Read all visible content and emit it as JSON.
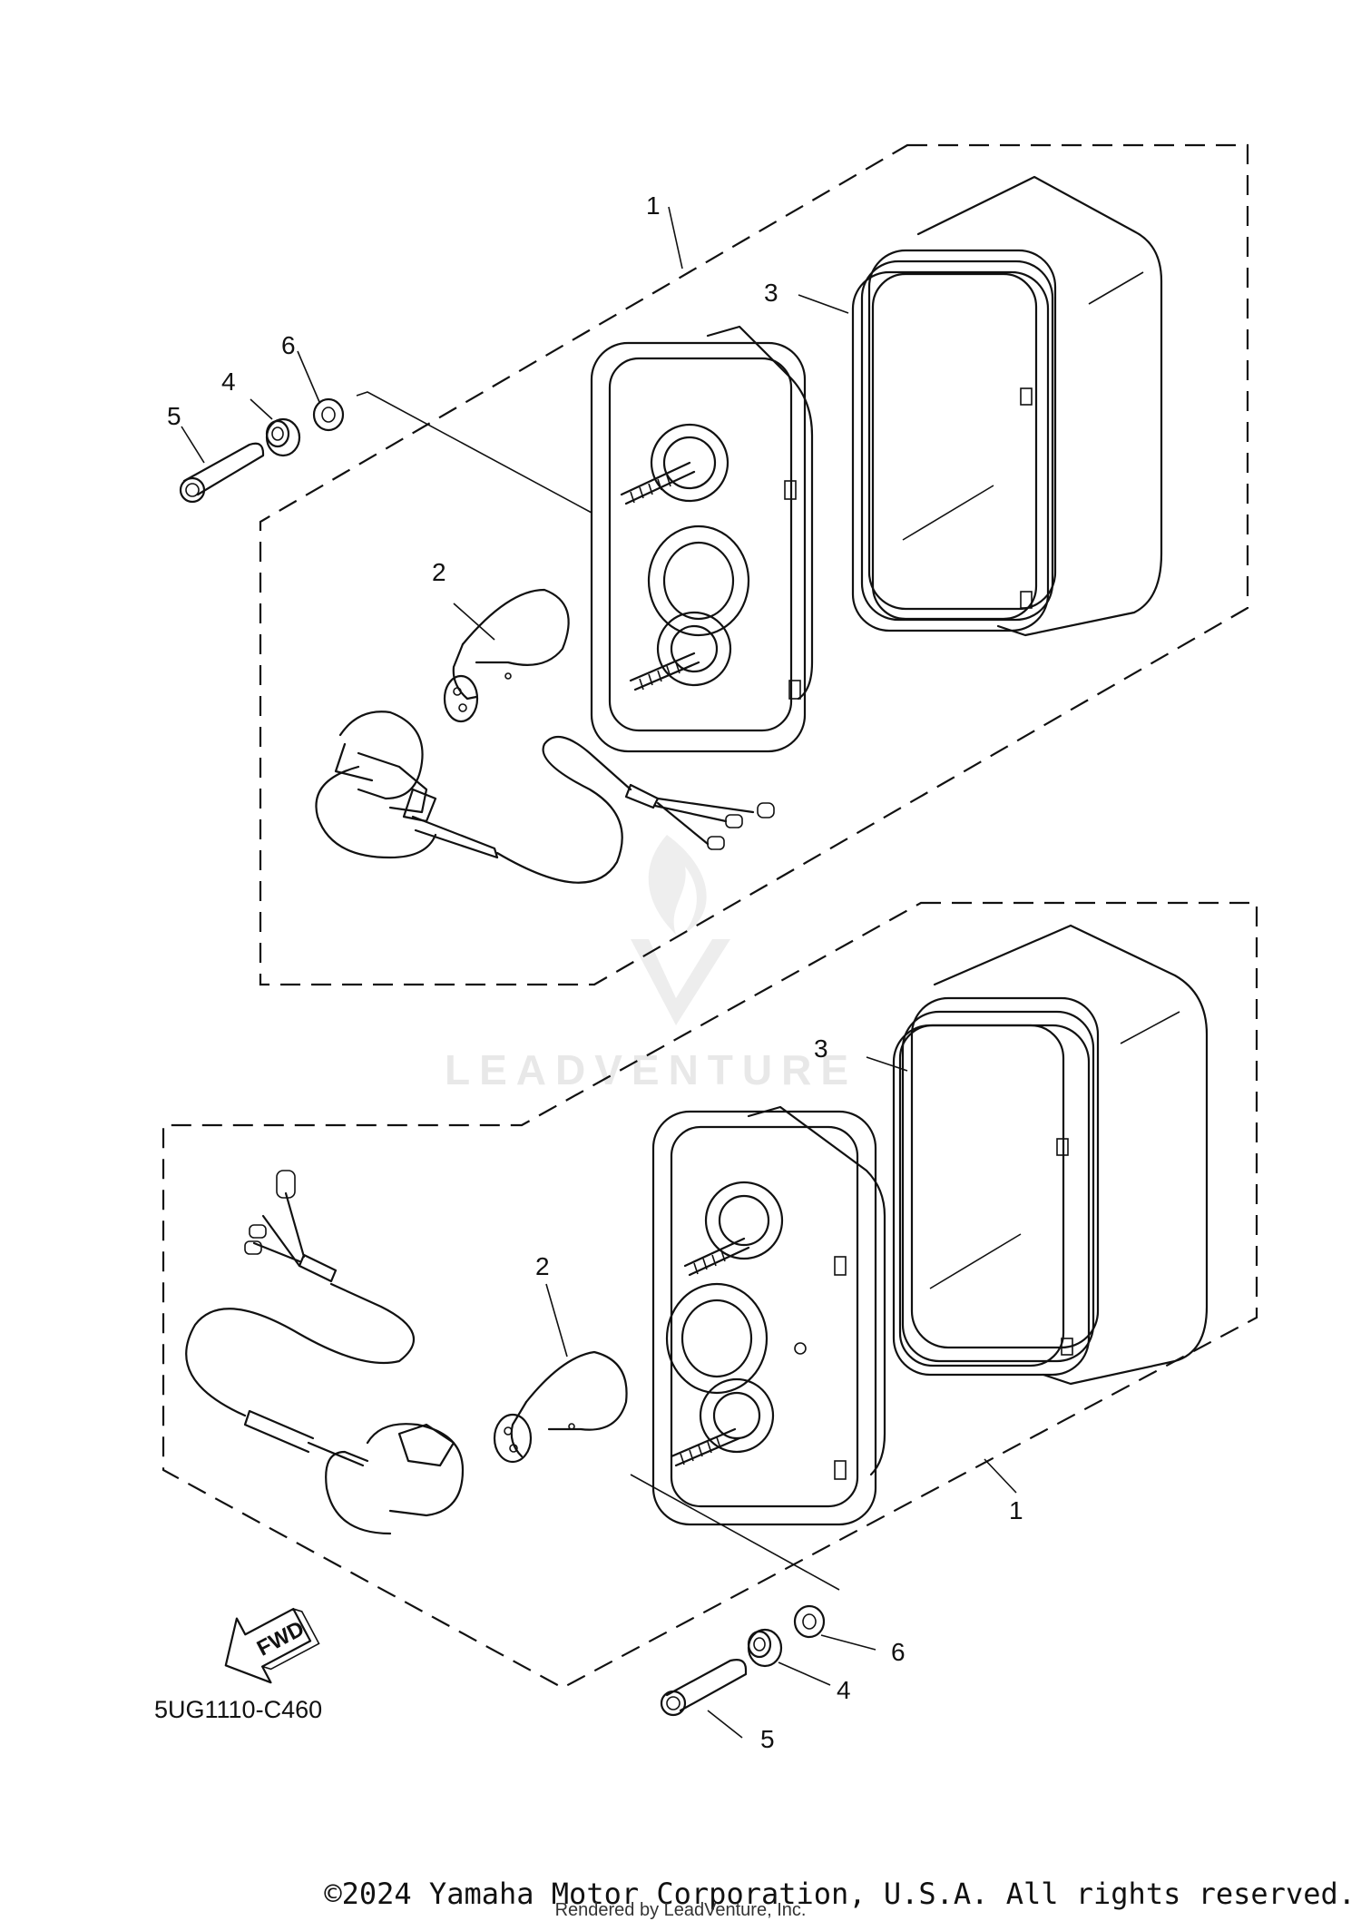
{
  "callouts": {
    "top": {
      "n1": "1",
      "n2": "2",
      "n3": "3",
      "n4": "4",
      "n5": "5",
      "n6": "6"
    },
    "bottom": {
      "n1": "1",
      "n2": "2",
      "n3": "3",
      "n4": "4",
      "n5": "5",
      "n6": "6"
    }
  },
  "fwd_label": "FWD",
  "diagram_code": "5UG1110-C460",
  "watermark": "LEADVENTURE",
  "copyright": "©2024 Yamaha Motor Corporation, U.S.A. All rights reserved.",
  "rendered_by": "Rendered by LeadVenture, Inc."
}
